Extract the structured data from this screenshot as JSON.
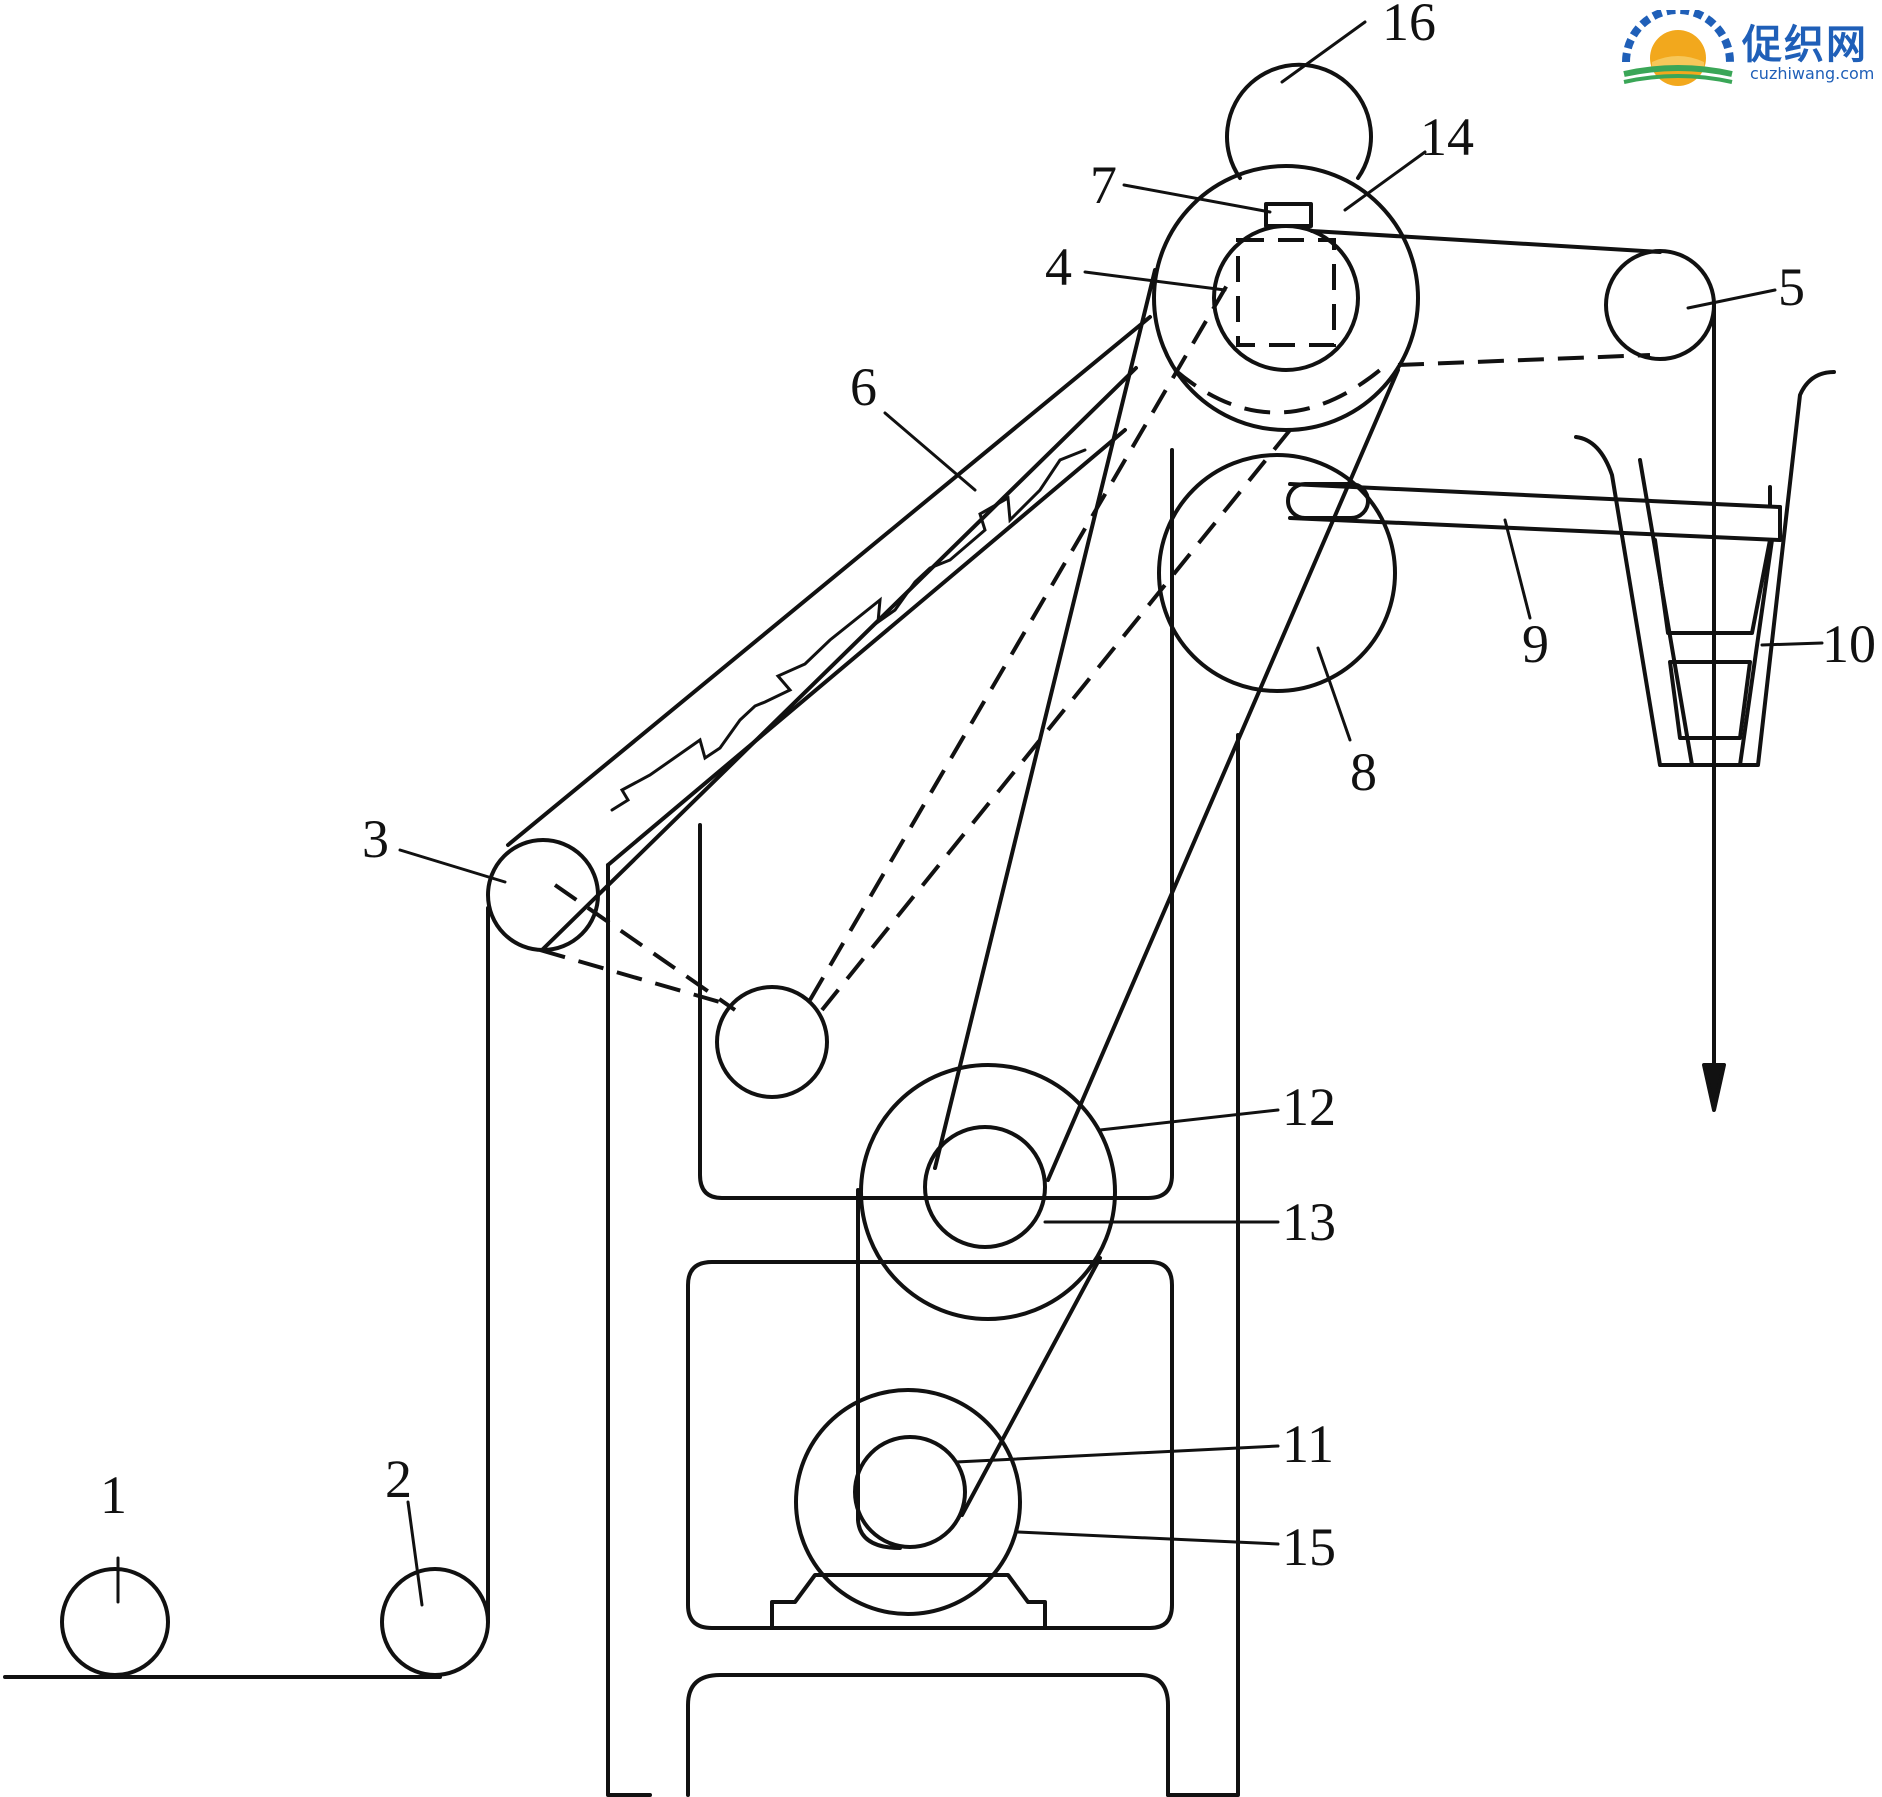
{
  "labels": {
    "l1": "1",
    "l2": "2",
    "l3": "3",
    "l4": "4",
    "l5": "5",
    "l6": "6",
    "l7": "7",
    "l8": "8",
    "l9": "9",
    "l10": "10",
    "l11": "11",
    "l12": "12",
    "l13": "13",
    "l14": "14",
    "l15": "15",
    "l16": "16"
  },
  "watermark": {
    "name": "促织网",
    "url": "cuzhiwang.com",
    "colors": {
      "primary": "#1f5fb8",
      "accent": "#f2a81d",
      "green": "#3aa657"
    }
  }
}
